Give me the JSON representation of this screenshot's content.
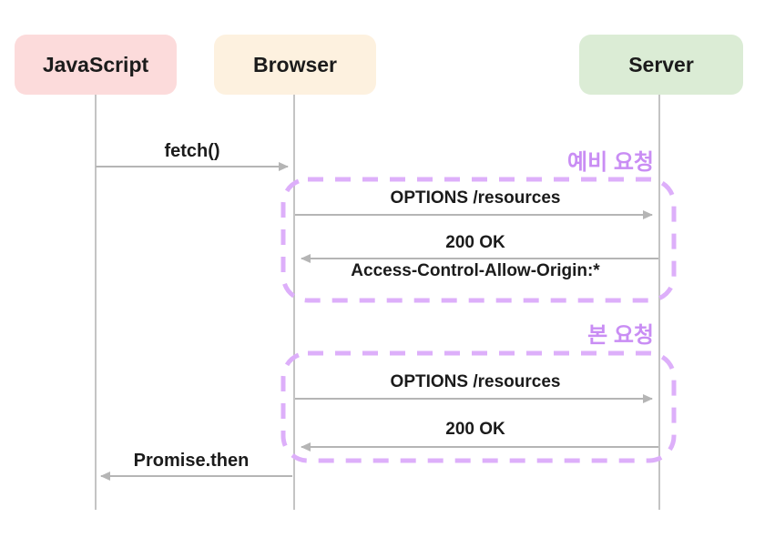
{
  "actors": [
    {
      "label": "JavaScript",
      "bg": "#fcdbdb"
    },
    {
      "label": "Browser",
      "bg": "#fdf1df"
    },
    {
      "label": "Server",
      "bg": "#dbecd5"
    }
  ],
  "messages": [
    {
      "label": "fetch()",
      "from": "JavaScript",
      "to": "Browser"
    },
    {
      "label": "OPTIONS /resources",
      "from": "Browser",
      "to": "Server"
    },
    {
      "label": "200 OK",
      "sublabel": "Access-Control-Allow-Origin:*",
      "from": "Server",
      "to": "Browser"
    },
    {
      "label": "OPTIONS /resources",
      "from": "Browser",
      "to": "Server"
    },
    {
      "label": "200 OK",
      "from": "Server",
      "to": "Browser"
    },
    {
      "label": "Promise.then",
      "from": "Browser",
      "to": "JavaScript"
    }
  ],
  "groups": [
    {
      "label": "예비 요청"
    },
    {
      "label": "본 요청"
    }
  ],
  "colors": {
    "accent_purple_dash": "#ddaffa",
    "purple_label_text": "#c98df4",
    "line_gray": "#b5b5b5",
    "lifeline_gray": "#c4c4c4",
    "actor_pink": "#fcdbdb",
    "actor_peach": "#fdf1df",
    "actor_green": "#dbecd5"
  }
}
